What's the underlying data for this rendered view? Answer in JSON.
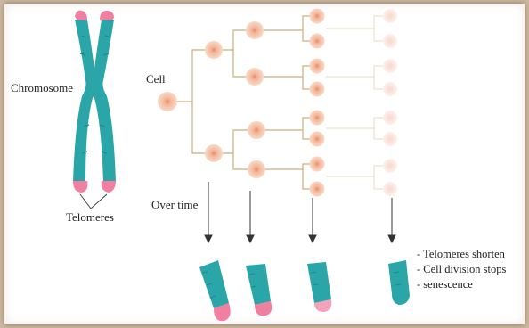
{
  "labels": {
    "chromosome": "Chromosome",
    "telomeres": "Telomeres",
    "cell": "Cell",
    "over_time": "Over time"
  },
  "notes": [
    "- Telomeres shorten",
    "- Cell division stops",
    "- senescence"
  ],
  "colors": {
    "chromatid": "#2aa6a8",
    "telomere": "#f07fa0",
    "cell_fill": "#f6c9b0",
    "branch_line": "#c8b07a",
    "background": "#ffffff"
  }
}
